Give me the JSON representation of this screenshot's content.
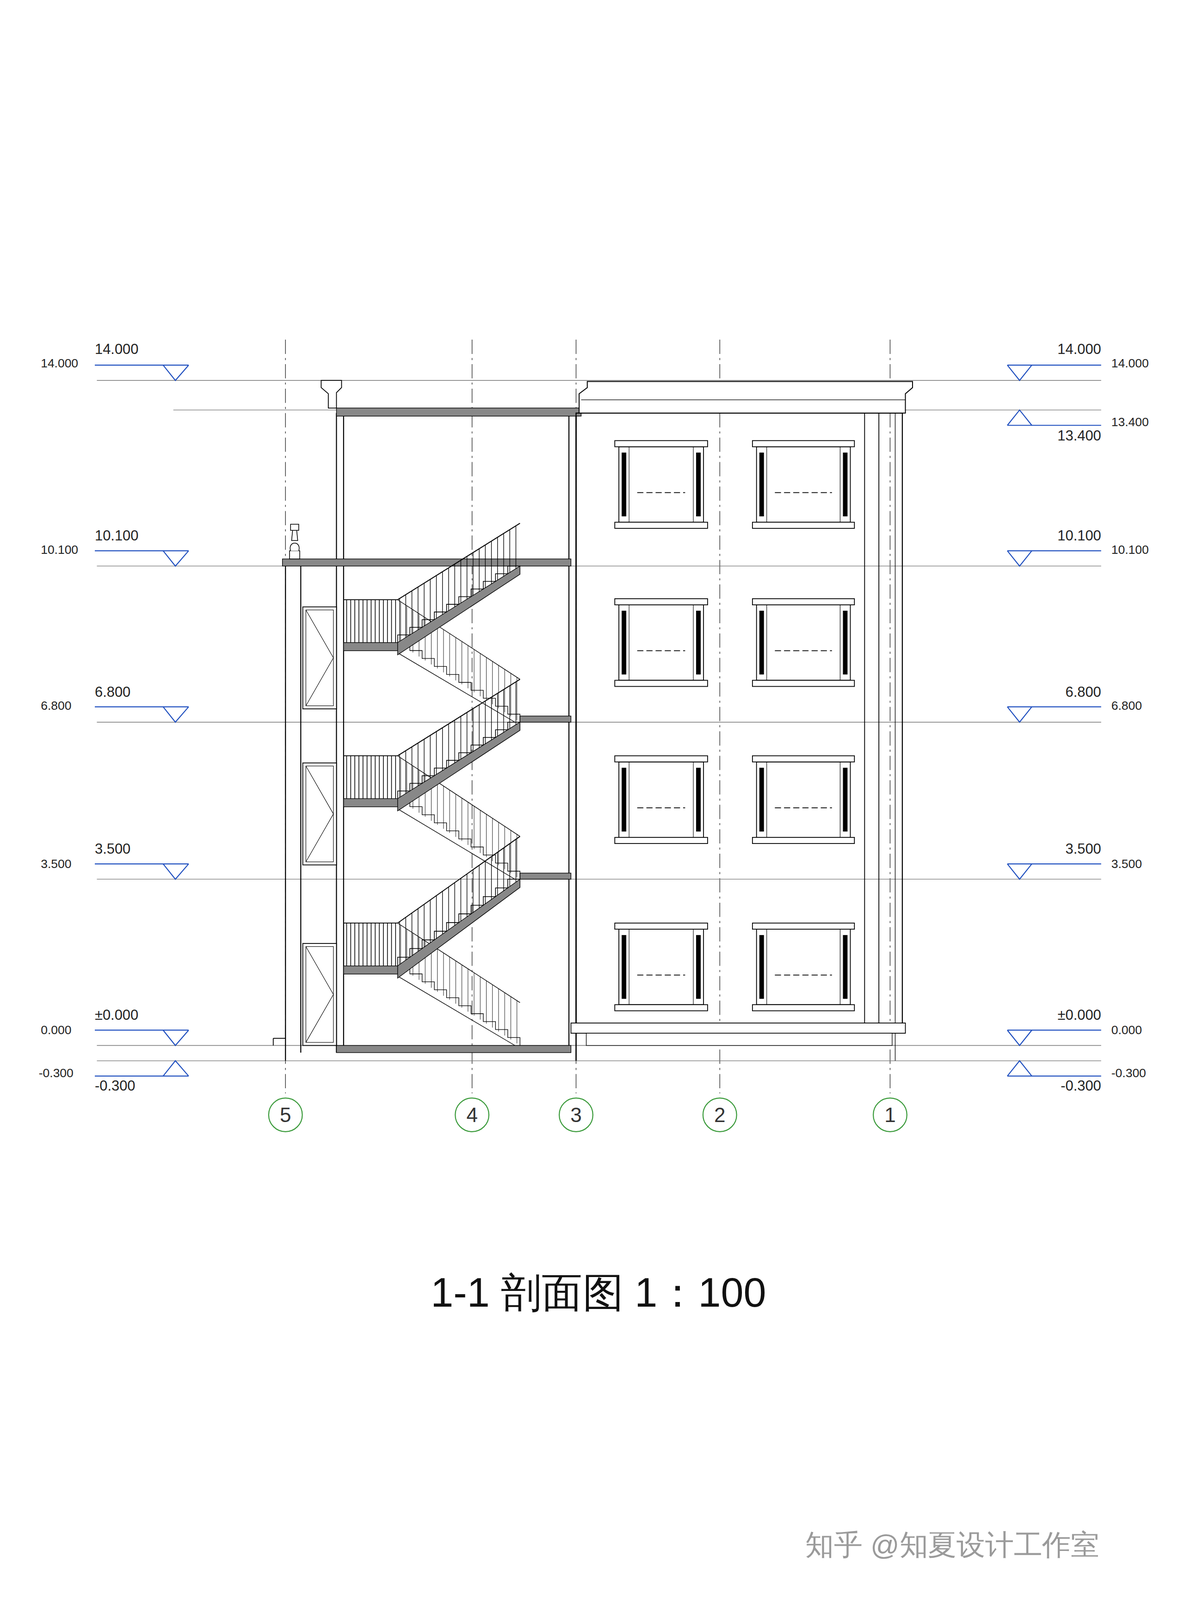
{
  "diagram": {
    "caption": "1-1 剖面图 1：100",
    "nodes": [
      {
        "text": [
          "5"
        ]
      },
      {
        "text": [
          "4"
        ]
      },
      {
        "text": [
          "3"
        ]
      },
      {
        "text": [
          "2"
        ]
      },
      {
        "text": [
          "1"
        ]
      }
    ],
    "labels": [
      "14.000",
      "14.000",
      "10.100",
      "10.100",
      "6.800",
      "6.800",
      "3.500",
      "3.500",
      "0.000",
      "±0.000",
      "-0.300",
      "-0.300",
      "14.000",
      "14.000",
      "13.400",
      "13.400",
      "10.100",
      "10.100",
      "6.800",
      "6.800",
      "3.500",
      "3.500",
      "±0.000",
      "0.000",
      "-0.300",
      "-0.300",
      "知乎 @知夏设计工作室"
    ]
  }
}
